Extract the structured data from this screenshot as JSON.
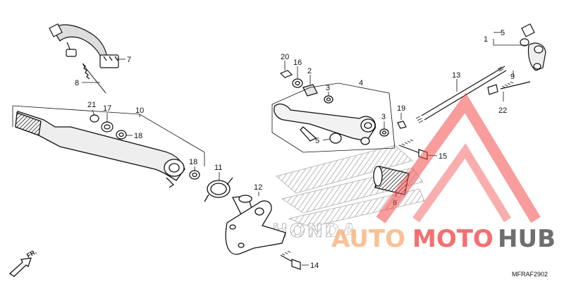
{
  "diagram": {
    "code": "MFRAF2902",
    "direction_label": "FR.",
    "callouts": {
      "c1": "1",
      "c2": "2",
      "c3a": "3",
      "c3b": "3",
      "c4": "4",
      "c5a": "5",
      "c5b": "5",
      "c6": "6",
      "c7": "7",
      "c8": "8",
      "c9": "9",
      "c10": "10",
      "c11": "11",
      "c12": "12",
      "c13": "13",
      "c14": "14",
      "c15": "15",
      "c16": "16",
      "c17": "17",
      "c18a": "18",
      "c18b": "18",
      "c19": "19",
      "c20": "20",
      "c21": "21",
      "c22": "22"
    }
  },
  "watermark": {
    "word_auto": "AUTO",
    "word_moto": "MOTO",
    "word_hub": "HUB",
    "color_red": "#f24b4b",
    "color_orange": "#f7b27a",
    "color_gray": "#555555"
  },
  "background_logo": {
    "brand": "HONDA"
  }
}
